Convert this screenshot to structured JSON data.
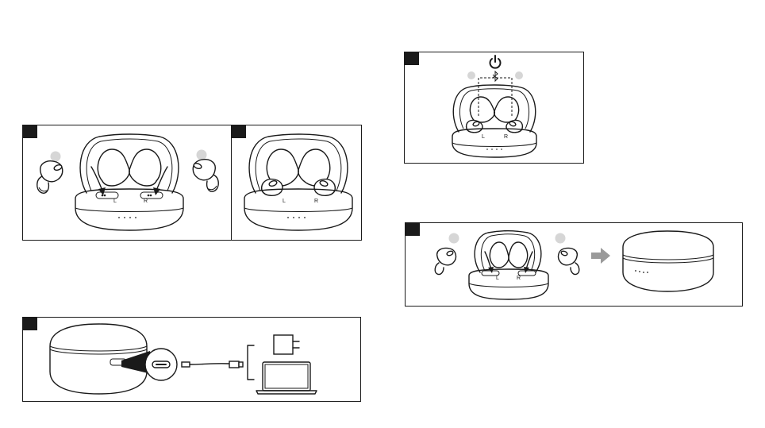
{
  "panels": {
    "insert": {
      "left_label": "L",
      "right_label": "R"
    },
    "placed": {
      "left_label": "L",
      "right_label": "R"
    },
    "power": {
      "left_label": "L",
      "right_label": "R"
    },
    "store": {
      "left_label": "L",
      "right_label": "R"
    }
  },
  "icons": {
    "power": "power-icon",
    "bluetooth": "bluetooth-icon",
    "arrow": "arrow-right-icon",
    "charger": "wall-charger-icon",
    "laptop": "laptop-icon",
    "usb_c": "usb-c-port-icon"
  },
  "colors": {
    "line": "#1a1a1a",
    "indicator": "#d6d6d6",
    "arrow": "#9a9a9a"
  }
}
